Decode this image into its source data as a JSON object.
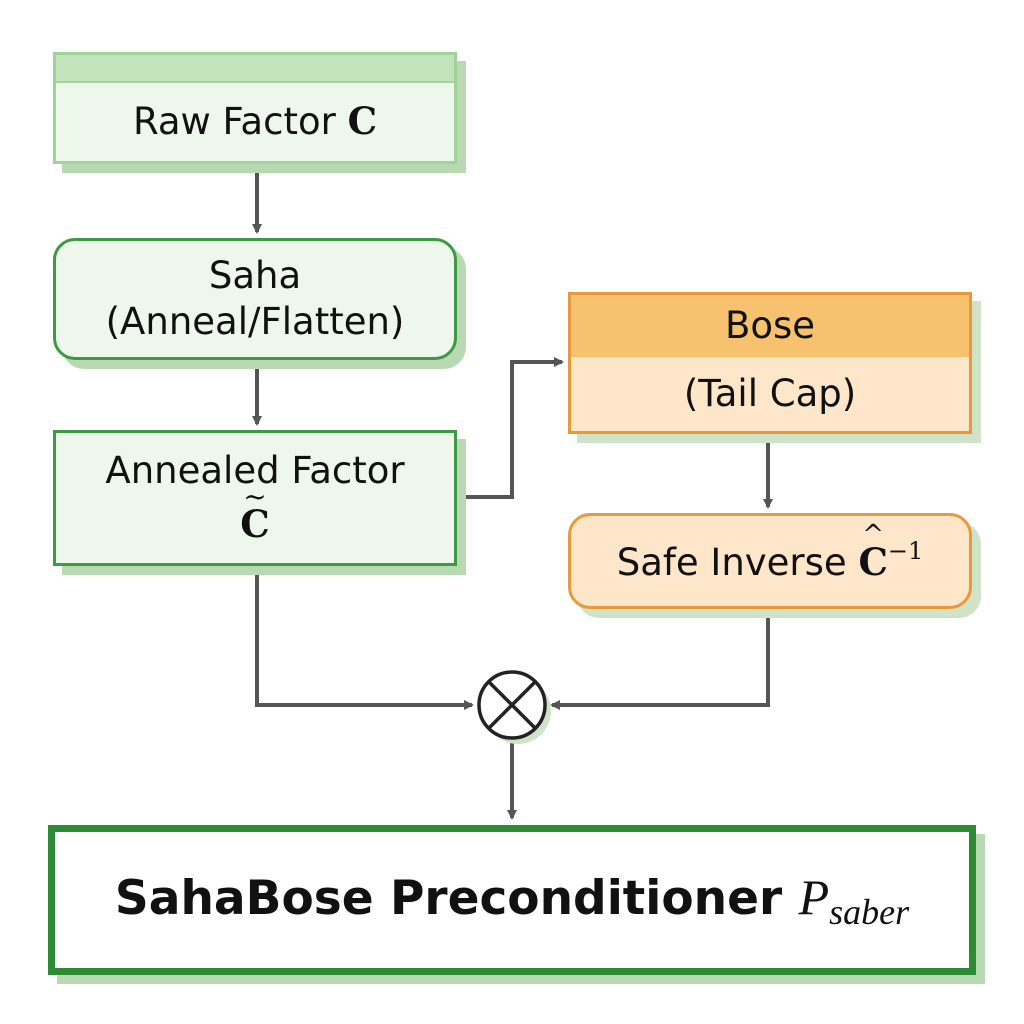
{
  "nodes": {
    "raw": {
      "text": "Raw Factor ",
      "symbol": "C"
    },
    "saha": {
      "line1": "Saha",
      "line2": "(Anneal/Flatten)"
    },
    "annealed": {
      "line1": "Annealed Factor",
      "symbol": "C",
      "accent": "~"
    },
    "bose": {
      "line1": "Bose",
      "line2": "(Tail Cap)"
    },
    "safe_inverse": {
      "text": "Safe Inverse ",
      "symbol": "C",
      "accent": "^",
      "exponent": "−1"
    },
    "multiply": {
      "symbol": "⊗"
    },
    "final": {
      "text": "SahaBose Preconditioner ",
      "symbol": "P",
      "subscript": "saber"
    }
  },
  "colors": {
    "green_border": "#3d9a43",
    "green_fill": "#eef7ec",
    "orange_border": "#e89a3a",
    "orange_fill": "#fde6c9",
    "orange_header": "#f7c26f",
    "arrow": "#555555",
    "final_border": "#2f8a35"
  }
}
